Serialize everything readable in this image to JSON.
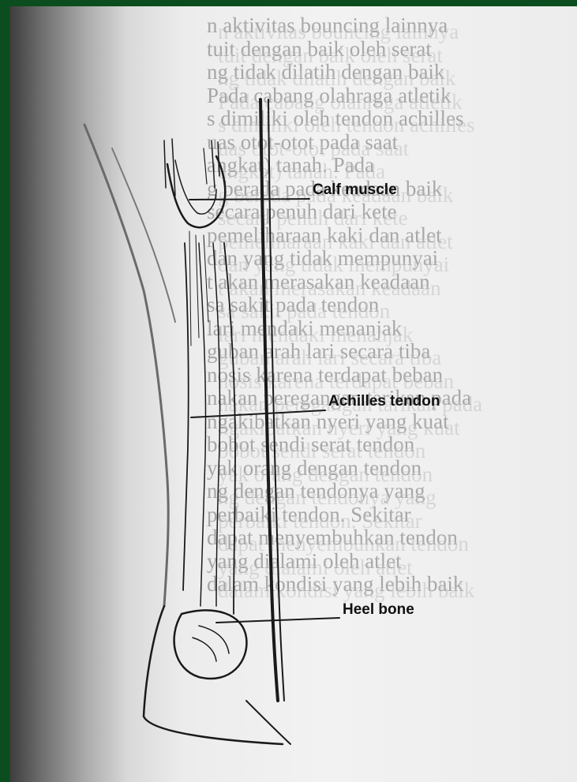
{
  "labels": {
    "calf_muscle": "Calf muscle",
    "achilles_tendon": "Achilles tendon",
    "heel_bone": "Heel bone"
  },
  "background_text": [
    "n aktivitas bouncing lainnya",
    "tuit dengan baik oleh serat",
    "ng tidak dilatih dengan baik",
    "Pada cabang olahraga atletik",
    "s dimiliki oleh tendon achilles",
    "uas otot-otot pada saat",
    "angkat) tanah. Pada",
    "g berada pada keadaan baik",
    "secara penuh dari kete",
    "pemeliharaan kaki dan atlet",
    "dan yang tidak mempunyai",
    "t akan merasakan keadaan",
    "sa sakit pada tendon",
    "lari mendaki menanjak",
    "guban arah lari secara tiba",
    "nosis karena terdapat beban",
    "nakan peregangan tarikan pada",
    "ngakibatkan nyeri yang kuat",
    "bobot sendi serat tendon",
    "yak orang dengan tendon",
    "ng dengan tendonya yang",
    "perbaiki tendon. Sekitar",
    "dapat menyembuhkan tendon",
    "yang dialami oleh atlet",
    "dalam kondisi yang lebih baik"
  ]
}
